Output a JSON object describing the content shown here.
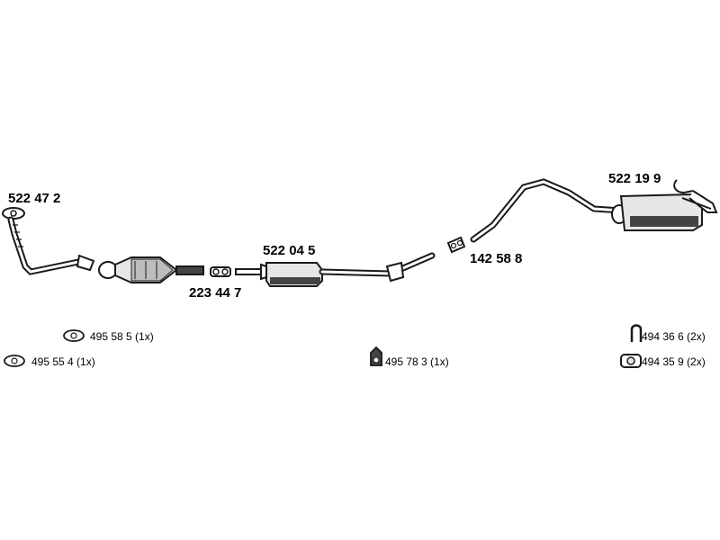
{
  "parts": {
    "front_pipe": "522 47 2",
    "connector_pipe": "223 44 7",
    "middle_silencer": "522 04 5",
    "intermediate_pipe": "142 58 8",
    "rear_silencer": "522 19 9"
  },
  "accessories": {
    "gasket_top": "495 58 5  (1x)",
    "gasket_bottom": "495 55 4  (1x)",
    "clamp": "495 78 3  (1x)",
    "hanger": "494 36 6  (2x)",
    "rubber_mount": "494 35 9  (2x)"
  },
  "colors": {
    "line": "#1a1a1a",
    "fill_light": "#e6e6e6",
    "fill_dark": "#444444"
  }
}
